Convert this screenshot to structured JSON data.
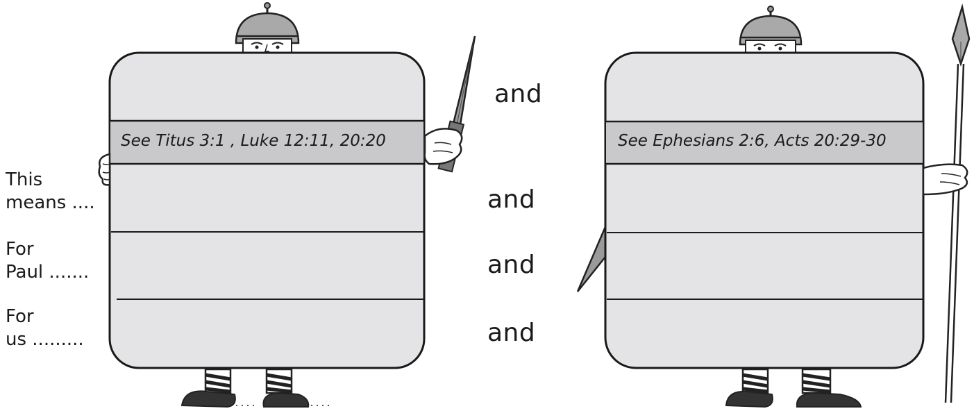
{
  "left_shield": {
    "reference": "See Titus 3:1 , Luke 12:11, 20:20"
  },
  "right_shield": {
    "reference": "See Ephesians 2:6, Acts 20:29-30"
  },
  "row_labels": [
    {
      "line1": "This",
      "line2": "means ...."
    },
    {
      "line1": "For",
      "line2": "Paul ......."
    },
    {
      "line1": "For",
      "line2": "us ........."
    }
  ],
  "connectors": [
    "and",
    "and",
    "and",
    "and"
  ]
}
